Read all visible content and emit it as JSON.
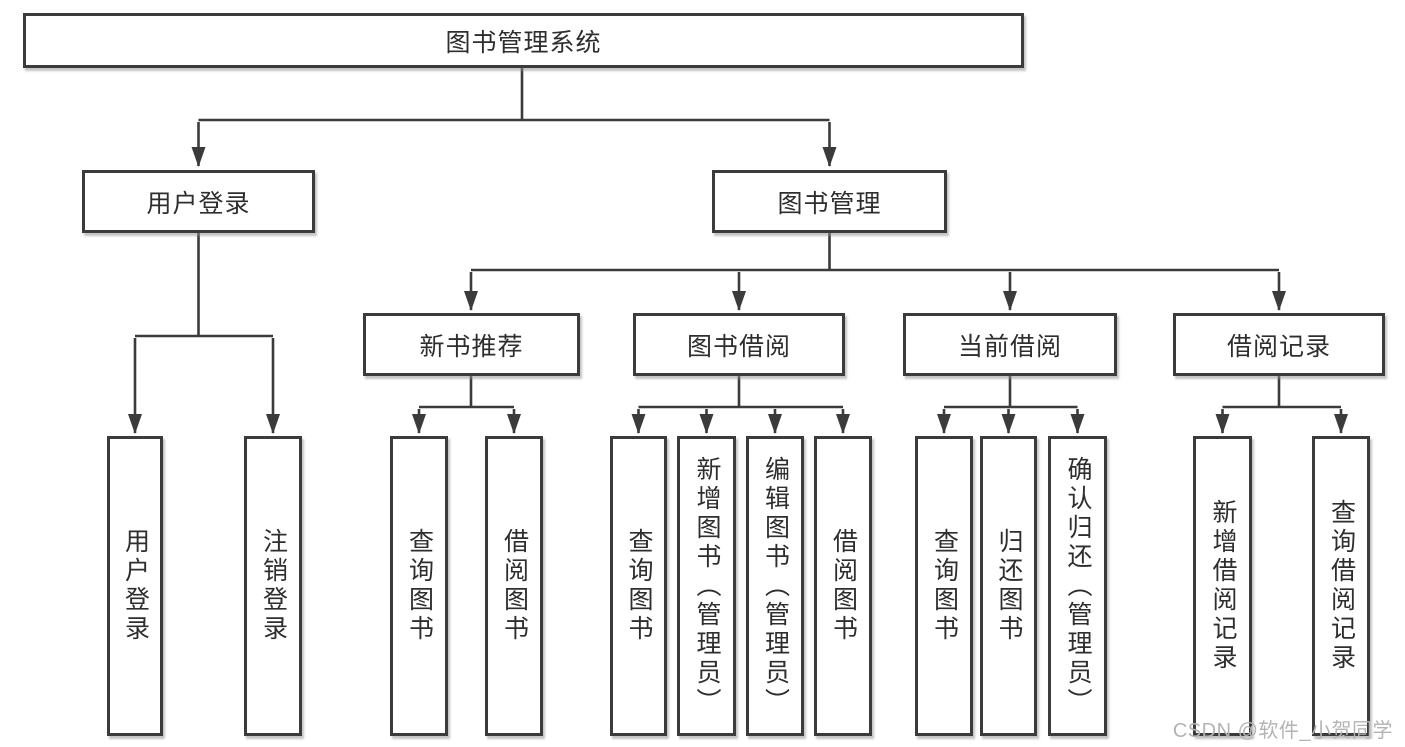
{
  "colors": {
    "background": "#ffffff",
    "box_border": "#3b3b3b",
    "connector_line": "#3b3b3b",
    "text": "#2e2e2e",
    "watermark_text": "#b4b4b4"
  },
  "tree": {
    "root": {
      "label": "图书管理系统",
      "children": [
        {
          "label": "用户登录",
          "children": [
            {
              "label": "用户登录"
            },
            {
              "label": "注销登录"
            }
          ]
        },
        {
          "label": "图书管理",
          "children": [
            {
              "label": "新书推荐",
              "children": [
                {
                  "label": "查询图书"
                },
                {
                  "label": "借阅图书"
                }
              ]
            },
            {
              "label": "图书借阅",
              "children": [
                {
                  "label": "查询图书"
                },
                {
                  "label": "新增图书（管理员）"
                },
                {
                  "label": "编辑图书（管理员）"
                },
                {
                  "label": "借阅图书"
                }
              ]
            },
            {
              "label": "当前借阅",
              "children": [
                {
                  "label": "查询图书"
                },
                {
                  "label": "归还图书"
                },
                {
                  "label": "确认归还（管理员）"
                }
              ]
            },
            {
              "label": "借阅记录",
              "children": [
                {
                  "label": "新增借阅记录"
                },
                {
                  "label": "查询借阅记录"
                }
              ]
            }
          ]
        }
      ]
    }
  },
  "watermark": {
    "text": "CSDN @软件_小贺同学"
  }
}
